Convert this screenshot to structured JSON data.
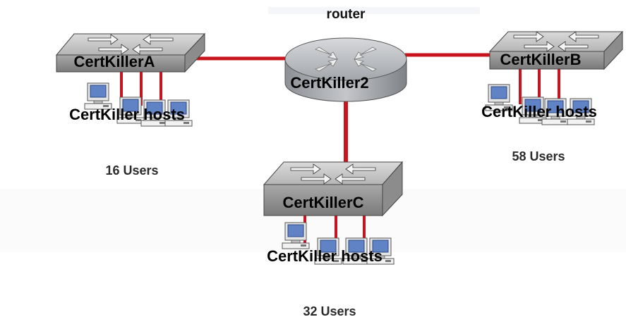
{
  "router": {
    "type_label": "router",
    "name": "CertKiller2"
  },
  "switches": [
    {
      "id": "a",
      "name": "CertKillerA",
      "hosts_label": "CertKiller hosts",
      "users_label": "16 Users"
    },
    {
      "id": "b",
      "name": "CertKillerB",
      "hosts_label": "CertKiller hosts",
      "users_label": "58 Users"
    },
    {
      "id": "c",
      "name": "CertKillerC",
      "hosts_label": "CertKiller hosts",
      "users_label": "32 Users"
    }
  ],
  "colors": {
    "link": "#c8141c",
    "switch_top": "#c9c9c9",
    "switch_side": "#8f8f8f",
    "router_body": "#a9acb1",
    "host_screen": "#5f83c4"
  }
}
